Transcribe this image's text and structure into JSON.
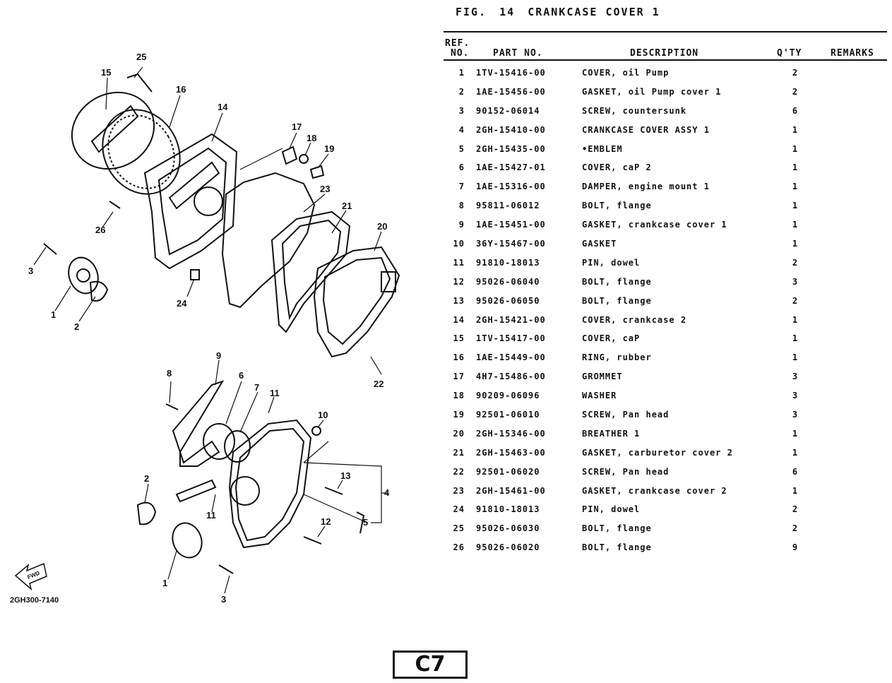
{
  "figure": {
    "label": "FIG.",
    "number": "14",
    "title": "CRANKCASE COVER 1"
  },
  "table": {
    "headers": {
      "ref_top": "REF.",
      "ref_bottom": "NO.",
      "part_no": "PART NO.",
      "description": "DESCRIPTION",
      "qty": "Q'TY",
      "remarks": "REMARKS"
    },
    "rows": [
      {
        "no": "1",
        "part": "1TV-15416-00",
        "desc": "COVER, oil Pump",
        "qty": "2"
      },
      {
        "no": "2",
        "part": "1AE-15456-00",
        "desc": "GASKET, oil Pump cover 1",
        "qty": "2"
      },
      {
        "no": "3",
        "part": "90152-06014",
        "desc": "SCREW, countersunk",
        "qty": "6"
      },
      {
        "no": "4",
        "part": "2GH-15410-00",
        "desc": "CRANKCASE COVER ASSY 1",
        "qty": "1"
      },
      {
        "no": "5",
        "part": "2GH-15435-00",
        "desc": "•EMBLEM",
        "qty": "1"
      },
      {
        "no": "6",
        "part": "1AE-15427-01",
        "desc": "COVER, caP 2",
        "qty": "1"
      },
      {
        "no": "7",
        "part": "1AE-15316-00",
        "desc": "DAMPER, engine mount 1",
        "qty": "1"
      },
      {
        "no": "8",
        "part": "95811-06012",
        "desc": "BOLT, flange",
        "qty": "1"
      },
      {
        "no": "9",
        "part": "1AE-15451-00",
        "desc": "GASKET, crankcase cover 1",
        "qty": "1"
      },
      {
        "no": "10",
        "part": "36Y-15467-00",
        "desc": "GASKET",
        "qty": "1"
      },
      {
        "no": "11",
        "part": "91810-18013",
        "desc": "PIN, dowel",
        "qty": "2"
      },
      {
        "no": "12",
        "part": "95026-06040",
        "desc": "BOLT, flange",
        "qty": "3"
      },
      {
        "no": "13",
        "part": "95026-06050",
        "desc": "BOLT, flange",
        "qty": "2"
      },
      {
        "no": "14",
        "part": "2GH-15421-00",
        "desc": "COVER, crankcase 2",
        "qty": "1"
      },
      {
        "no": "15",
        "part": "1TV-15417-00",
        "desc": "COVER, caP",
        "qty": "1"
      },
      {
        "no": "16",
        "part": "1AE-15449-00",
        "desc": "RING, rubber",
        "qty": "1"
      },
      {
        "no": "17",
        "part": "4H7-15486-00",
        "desc": "GROMMET",
        "qty": "3"
      },
      {
        "no": "18",
        "part": "90209-06096",
        "desc": "WASHER",
        "qty": "3"
      },
      {
        "no": "19",
        "part": "92501-06010",
        "desc": "SCREW, Pan head",
        "qty": "3"
      },
      {
        "no": "20",
        "part": "2GH-15346-00",
        "desc": "BREATHER 1",
        "qty": "1"
      },
      {
        "no": "21",
        "part": "2GH-15463-00",
        "desc": "GASKET, carburetor cover 2",
        "qty": "1"
      },
      {
        "no": "22",
        "part": "92501-06020",
        "desc": "SCREW, Pan head",
        "qty": "6"
      },
      {
        "no": "23",
        "part": "2GH-15461-00",
        "desc": "GASKET, crankcase cover 2",
        "qty": "1"
      },
      {
        "no": "24",
        "part": "91810-18013",
        "desc": "PIN, dowel",
        "qty": "2"
      },
      {
        "no": "25",
        "part": "95026-06030",
        "desc": "BOLT, flange",
        "qty": "2"
      },
      {
        "no": "26",
        "part": "95026-06020",
        "desc": "BOLT, flange",
        "qty": "9"
      }
    ]
  },
  "diagram": {
    "callouts": [
      "1",
      "2",
      "3",
      "4",
      "5",
      "6",
      "7",
      "8",
      "9",
      "10",
      "11",
      "12",
      "13",
      "14",
      "15",
      "16",
      "17",
      "18",
      "19",
      "20",
      "21",
      "22",
      "23",
      "24",
      "25",
      "26"
    ],
    "drawing_number": "2GH300-7140",
    "front_marker": "FWD"
  },
  "page_code": "C7"
}
